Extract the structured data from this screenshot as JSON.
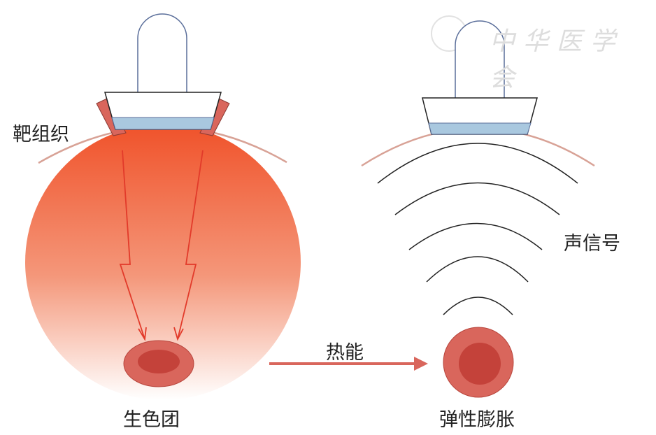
{
  "labels": {
    "target_tissue": "靶组织",
    "acoustic_signal": "声信号",
    "chromophore": "生色团",
    "elastic_expansion": "弹性膨胀",
    "thermal_energy": "热能"
  },
  "watermark": "中华医学会",
  "colors": {
    "heat": "#f0522a",
    "cell": "#d9665c",
    "arrow": "#e23a2a",
    "probe_gel": "#a9c8df"
  }
}
